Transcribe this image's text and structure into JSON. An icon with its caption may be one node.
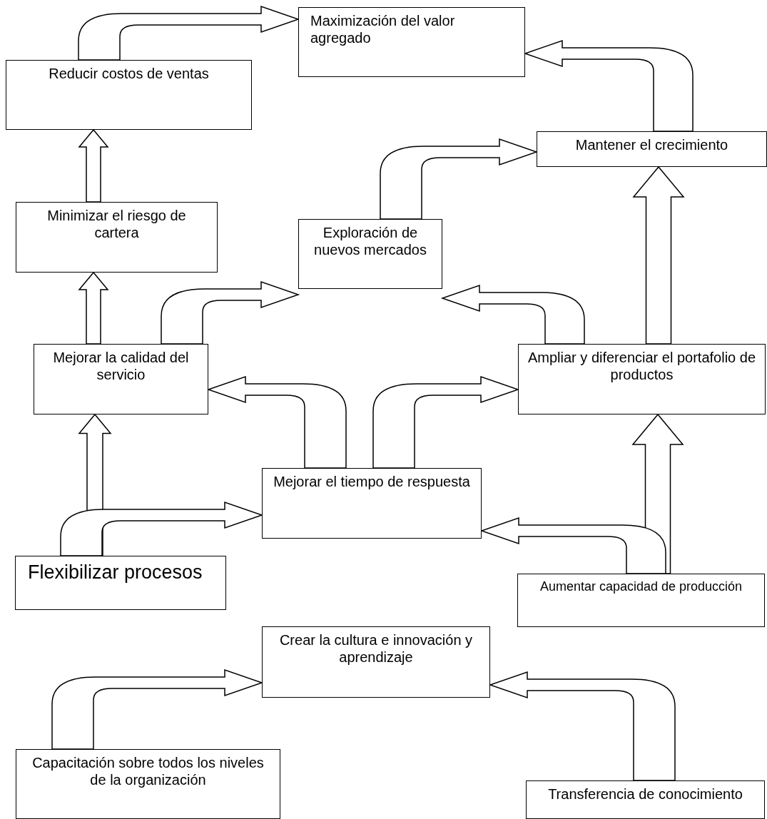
{
  "diagram": {
    "nodes": [
      {
        "text": [
          "Maximización del valor agregado"
        ]
      },
      {
        "text": [
          "Reducir costos de ventas"
        ]
      },
      {
        "text": [
          "Mantener el crecimiento"
        ]
      },
      {
        "text": [
          "Minimizar el riesgo de cartera"
        ]
      },
      {
        "text": [
          "Exploración de nuevos mercados"
        ]
      },
      {
        "text": [
          "Mejorar la calidad del servicio"
        ]
      },
      {
        "text": [
          "Ampliar y diferenciar el portafolio de productos"
        ]
      },
      {
        "text": [
          "Mejorar el tiempo de respuesta"
        ]
      },
      {
        "text": [
          "Flexibilizar procesos"
        ]
      },
      {
        "text": [
          "Aumentar capacidad de producción"
        ]
      },
      {
        "text": [
          "Crear la cultura e innovación y aprendizaje"
        ]
      },
      {
        "text": [
          "Capacitación sobre todos los niveles de la organización"
        ]
      },
      {
        "text": [
          "Transferencia de conocimiento"
        ]
      }
    ],
    "edges": [
      {
        "from": 1,
        "to": 0,
        "arrow": "to"
      },
      {
        "from": 2,
        "to": 0,
        "arrow": "to"
      },
      {
        "from": 4,
        "to": 2,
        "arrow": "to"
      },
      {
        "from": 3,
        "to": 1,
        "arrow": "to"
      },
      {
        "from": 5,
        "to": 3,
        "arrow": "to"
      },
      {
        "from": 5,
        "to": 4,
        "arrow": "to"
      },
      {
        "from": 6,
        "to": 4,
        "arrow": "to"
      },
      {
        "from": 6,
        "to": 2,
        "arrow": "to"
      },
      {
        "from": 7,
        "to": 5,
        "arrow": "to"
      },
      {
        "from": 7,
        "to": 6,
        "arrow": "to"
      },
      {
        "from": 8,
        "to": 5,
        "arrow": "to"
      },
      {
        "from": 8,
        "to": 7,
        "arrow": "to"
      },
      {
        "from": 9,
        "to": 6,
        "arrow": "to"
      },
      {
        "from": 9,
        "to": 7,
        "arrow": "to"
      },
      {
        "from": 11,
        "to": 10,
        "arrow": "to"
      },
      {
        "from": 12,
        "to": 10,
        "arrow": "to"
      }
    ]
  }
}
